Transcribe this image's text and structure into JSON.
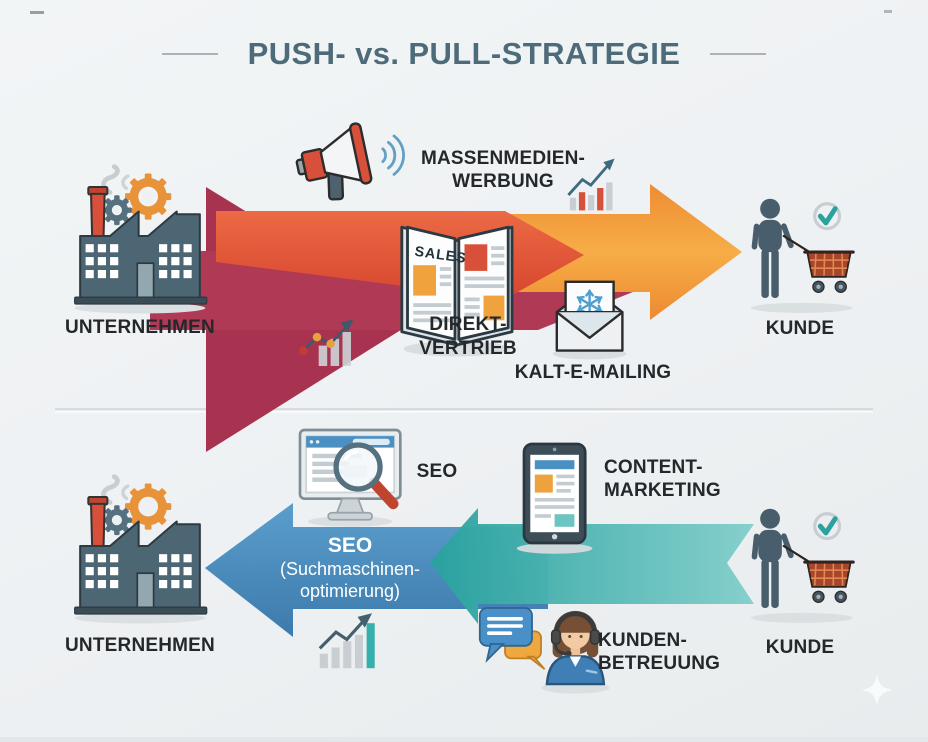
{
  "title": {
    "text": "PUSH- vs. PULL-STRATEGIE"
  },
  "push": {
    "company_label": "UNTERNEHMEN",
    "customer_label": "KUNDE",
    "mass_media": [
      "MASSENMEDIEN-",
      "WERBUNG"
    ],
    "direct_sales": [
      "DIREKT-",
      "VERTRIEB"
    ],
    "cold_mailing": "KALT-E-MAILING",
    "sales_tag": "SALES"
  },
  "pull": {
    "company_label": "UNTERNEHMEN",
    "customer_label": "KUNDE",
    "seo_label": "SEO",
    "content_marketing": [
      "CONTENT-",
      "MARKETING"
    ],
    "customer_care": [
      "KUNDEN-",
      "BETREUUNG"
    ],
    "arrow_text": [
      "SEO",
      "(Suchmaschinen-",
      "optimierung)"
    ]
  },
  "colors": {
    "push_arrow_crimson": "#b03a55",
    "push_arrow_red": "#e2523a",
    "push_arrow_orange": "#f19339",
    "pull_arrow_blue": "#4a8fc0",
    "pull_arrow_teal": "#35b1ae",
    "title_color": "#4e6b7a",
    "label_color": "#24282b",
    "background": "#eef1f3"
  },
  "icons": [
    "factory-icon",
    "gears-icon",
    "megaphone-icon",
    "sound-waves-icon",
    "bar-chart-icon",
    "sales-brochure-icon",
    "line-chart-icon",
    "envelope-snowflake-icon",
    "customer-icon",
    "shopping-cart-icon",
    "checkmark-icon",
    "monitor-magnifier-icon",
    "tablet-icon",
    "chat-bubbles-icon",
    "support-agent-icon",
    "growth-chart-icon",
    "sparkle-icon"
  ]
}
